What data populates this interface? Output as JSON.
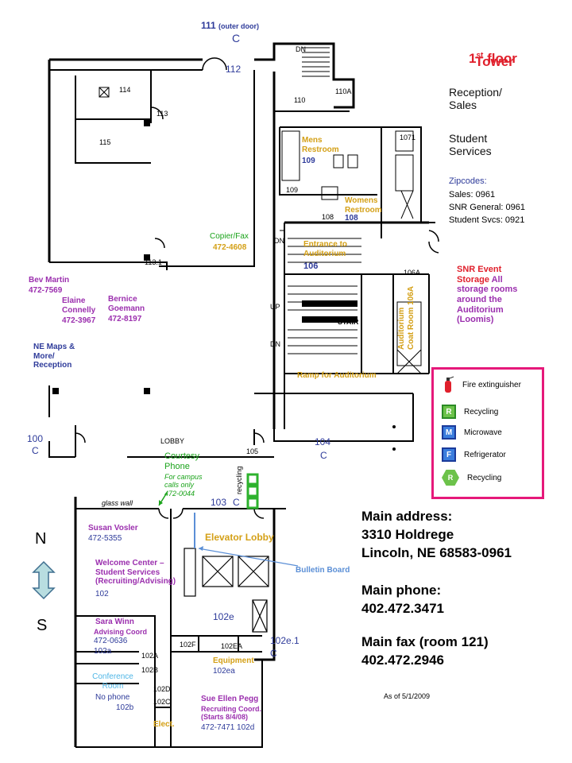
{
  "header": {
    "floor_num": "1",
    "floor_sup": "st",
    "floor_word": " floor",
    "building": "Tower",
    "reception": "Reception/\nSales",
    "student_services": "Student\nServices"
  },
  "zipcodes": {
    "title": "Zipcodes:",
    "sales": "Sales: 0961",
    "snr_general": "SNR General:  0961",
    "student_svcs": "Student Svcs: 0921"
  },
  "snr_event": {
    "prefix": "SNR Event\nStorage",
    "body": " All\nstorage rooms\naround the\nAuditorium\n(Loomis)"
  },
  "legend": {
    "fire": "Fire extinguisher",
    "recycling1": "Recycling",
    "microwave": "Microwave",
    "refrigerator": "Refrigerator",
    "recycling2": "Recycling",
    "r_badge": "R",
    "m_badge": "M",
    "f_badge": "F",
    "r_hex": "R"
  },
  "main": {
    "address_label": "Main address:",
    "street": "3310 Holdrege",
    "city": "Lincoln, NE 68583-0961",
    "phone_label": "Main phone:",
    "phone": "402.472.3471",
    "fax_label": "Main fax (room 121)",
    "fax": "402.472.2946",
    "as_of": "As of 5/1/2009"
  },
  "rooms": {
    "r111": "111",
    "r111_note": "(outer door)",
    "r111_c": "C",
    "r112": "112",
    "r114": "114",
    "r113": "113",
    "r115": "115",
    "r110": "110",
    "r110a": "110A",
    "r1071": "1071",
    "r109": "109",
    "r108": "108",
    "r113_1": "113.1",
    "r106a": "106A",
    "r100": "100",
    "r100_c": "C",
    "r104": "104",
    "r104_c": "C",
    "r105": "105",
    "lobby": "LOBBY",
    "r103": "103",
    "r103_c": "C",
    "r102e": "102e",
    "r102e1": "102e.1",
    "r102e1_c": "C",
    "r102f": "102F",
    "r102ea": "102EA",
    "r102a": "102A",
    "r102b": "102B",
    "r102c": "102C",
    "r102d": "102D",
    "stair": "STAIR",
    "up": "UP",
    "dn1": "DN",
    "dn2": "DN",
    "dn3": "DN"
  },
  "labels": {
    "mens": "Mens\nRestroom",
    "mens_num": "109",
    "womens": "Womens\nRestroom",
    "womens_num": "108",
    "copier": "Copier/Fax",
    "copier_num": "472-4608",
    "entrance": "Entrance to\nAuditorium",
    "entrance_num": "106",
    "coat": "Auditorium\nCoat Room 106A",
    "ramp": "Ramp for Auditorium",
    "bev": "Bev Martin",
    "bev_num": "472-7569",
    "elaine": "Elaine\nConnelly",
    "elaine_num": "472-3967",
    "bernice": "Bernice\nGoemann",
    "bernice_num": "472-8197",
    "nemaps": "NE Maps &\nMore/\nReception",
    "courtesy": "Courtesy\nPhone",
    "courtesy_note": "For campus\ncalls only\n472-0044",
    "glass": "glass wall",
    "recycling_v": "recycling",
    "elevator": "Elevator Lobby",
    "bulletin": "Bulletin Board",
    "susan": "Susan Vosler",
    "susan_num": "472-5355",
    "welcome": "Welcome Center –\nStudent Services\n(Recruiting/Advising)",
    "welcome_num": "102",
    "sara": "Sara Winn",
    "sara_role": "Advising Coord",
    "sara_num": "472-0636",
    "sara_room": "102a",
    "equipment": "Equipment",
    "equipment_num": "102ea",
    "conference": "Conference\nRoom",
    "nophone": "No phone",
    "nophone_room": "102b",
    "sue": "Sue Ellen Pegg",
    "sue_role": "Recruiting Coord.\n(Starts 8/4/08)",
    "sue_num": "472-7471",
    "sue_room": "102d",
    "elect": "Elect."
  },
  "compass": {
    "north": "N",
    "south": "S"
  },
  "colors": {
    "pink_border": "#e6197a",
    "purple_text": "#9b2fae",
    "navy_text": "#2e3b9a",
    "gold_text": "#d4a017",
    "green_text": "#1aa31a",
    "red_text": "#e0202c",
    "recycling_green": "#6cc24a",
    "marker_blue": "#3b7ddd"
  }
}
